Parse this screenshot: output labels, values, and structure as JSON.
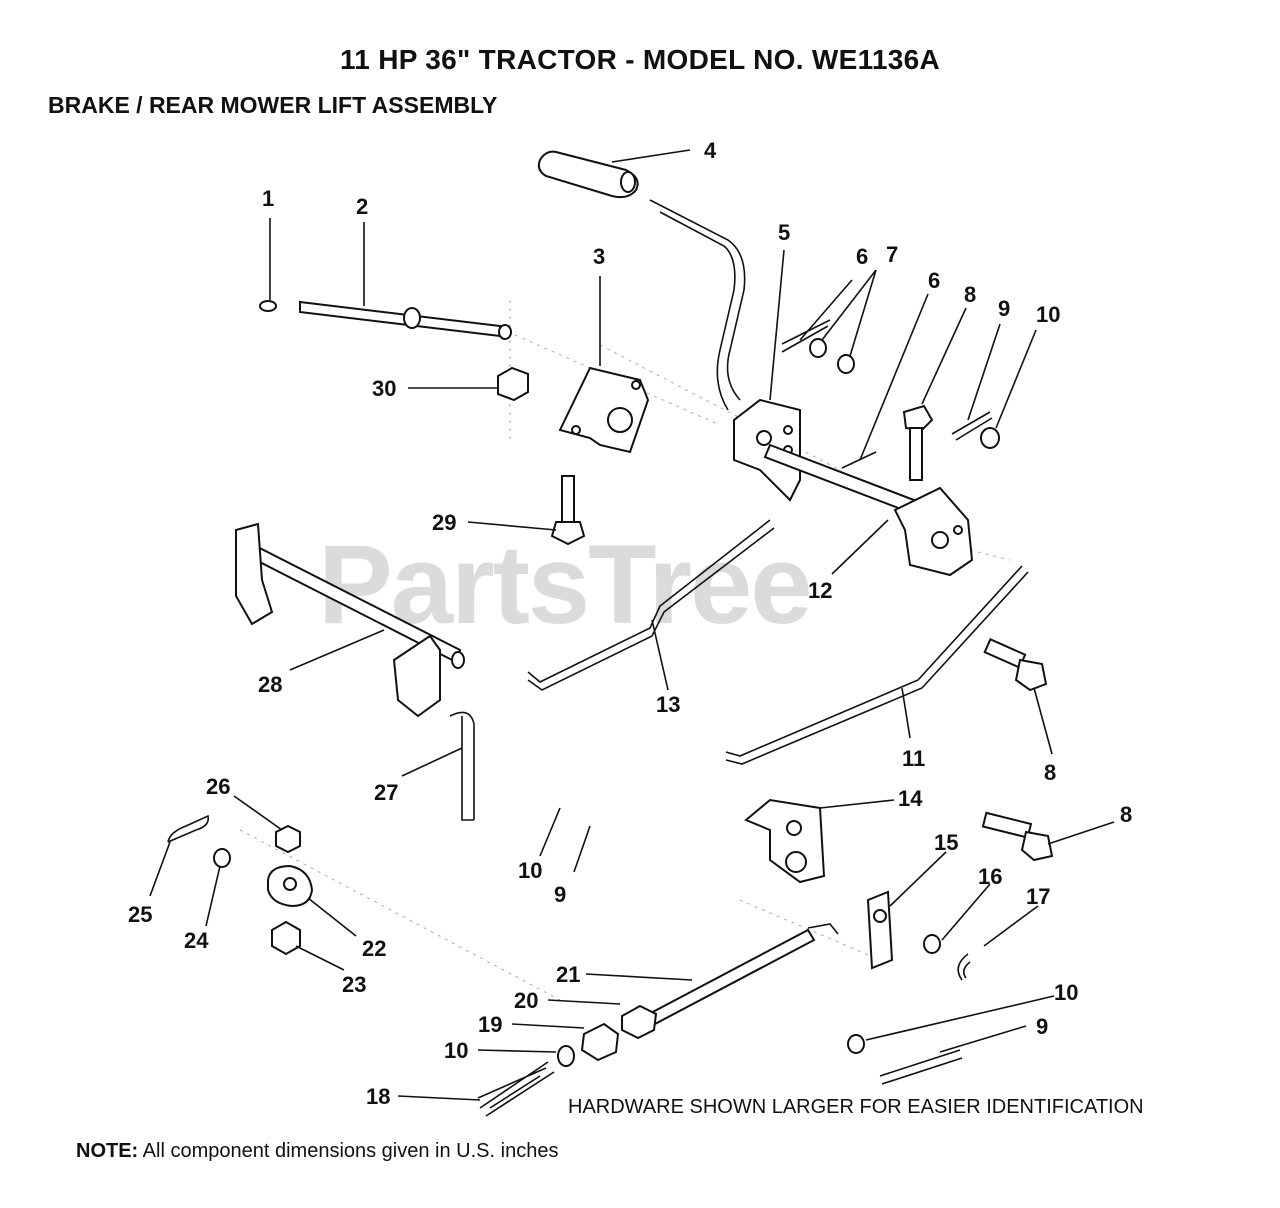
{
  "title": "11 HP 36\" TRACTOR - MODEL NO. WE1136A",
  "subtitle": "BRAKE / REAR MOWER LIFT ASSEMBLY",
  "watermark": "PartsTree",
  "hardware_note": "HARDWARE SHOWN LARGER FOR EASIER IDENTIFICATION",
  "note": {
    "prefix": "NOTE:",
    "text": "All component dimensions given in U.S. inches"
  },
  "callouts": [
    "1",
    "2",
    "3",
    "4",
    "5",
    "6",
    "7",
    "6",
    "8",
    "9",
    "10",
    "30",
    "29",
    "12",
    "13",
    "28",
    "11",
    "8",
    "27",
    "26",
    "10",
    "14",
    "8",
    "15",
    "16",
    "17",
    "25",
    "24",
    "9",
    "22",
    "23",
    "21",
    "10",
    "20",
    "19",
    "9",
    "10",
    "18"
  ]
}
